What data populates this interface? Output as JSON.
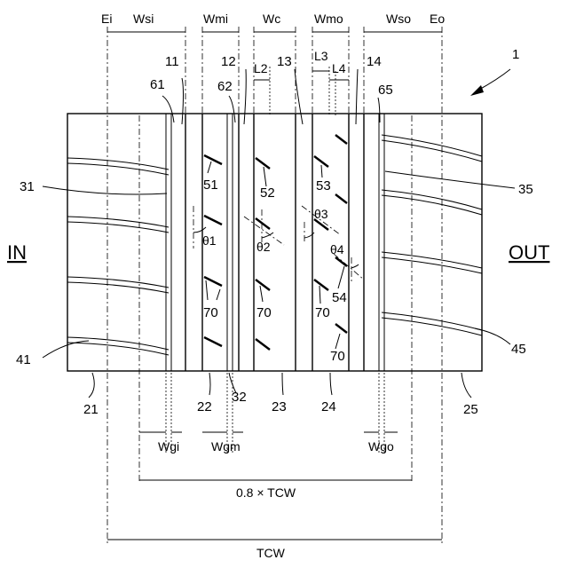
{
  "labels": {
    "Ei": "Ei",
    "Wsi": "Wsi",
    "Wmi": "Wmi",
    "Wc": "Wc",
    "Wmo": "Wmo",
    "Wso": "Wso",
    "Eo": "Eo",
    "L2": "L2",
    "L3": "L3",
    "L4": "L4",
    "IN": "IN",
    "OUT": "OUT",
    "Wgi": "Wgi",
    "Wgm": "Wgm",
    "Wgo": "Wgo",
    "pct_tcw": "0.8 × TCW",
    "TCW": "TCW",
    "theta1": "θ1",
    "theta2": "θ2",
    "theta3": "θ3",
    "theta4": "θ4"
  },
  "refs": {
    "r1": "1",
    "r11": "11",
    "r12": "12",
    "r13": "13",
    "r14": "14",
    "r61": "61",
    "r62": "62",
    "r65": "65",
    "r31": "31",
    "r35": "35",
    "r41": "41",
    "r45": "45",
    "r51": "51",
    "r52": "52",
    "r53": "53",
    "r54": "54",
    "r70a": "70",
    "r70b": "70",
    "r70c": "70",
    "r70d": "70",
    "r21": "21",
    "r22": "22",
    "r32": "32",
    "r23": "23",
    "r24": "24",
    "r25": "25"
  }
}
